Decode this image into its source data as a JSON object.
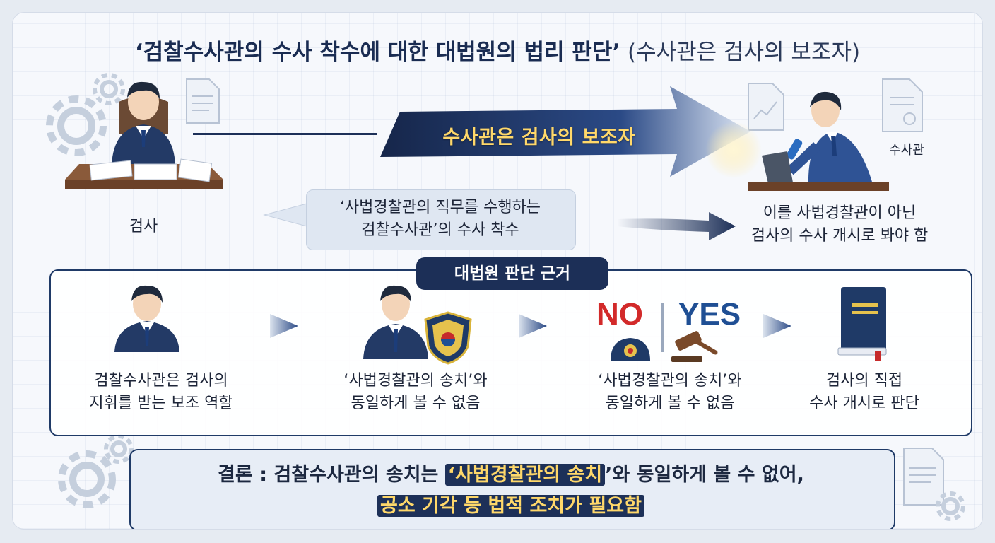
{
  "title": {
    "bold_part": "‘검찰수사관의 수사 착수에 대한 대법원의 법리 판단’",
    "light_part": "(수사관은 검사의 보조자)"
  },
  "top": {
    "prosecutor_label": "검사",
    "ribbon_label": "수사관은 검사의 보조자",
    "investigator_label": "수사관",
    "bubble_line1": "‘사법경찰관의 직무를 수행하는",
    "bubble_line2": "검찰수사관’의 수사 착수",
    "result_line1": "이를 사법경찰관이 아닌",
    "result_line2": "검사의 수사 개시로 봐야 함"
  },
  "panel": {
    "heading": "대법원 판단 근거",
    "steps": [
      {
        "line1": "검찰수사관은 검사의",
        "line2": "지휘를 받는 보조 역할"
      },
      {
        "line1": "‘사법경찰관의 송치’와",
        "line2": "동일하게 볼 수 없음"
      },
      {
        "line1": "‘사법경찰관의 송치’와",
        "line2": "동일하게 볼 수 없음",
        "no": "NO",
        "yes": "YES"
      },
      {
        "line1": "검사의 직접",
        "line2": "수사 개시로 판단"
      }
    ]
  },
  "conclusion": {
    "prefix": "결론 : 검찰수사관의 송치는 ",
    "highlight1": "‘사법경찰관의 송치",
    "mid": "’와 동일하게 볼 수 없어,",
    "highlight2": "공소 기각 등 법적 조치가 필요함"
  },
  "colors": {
    "navy": "#1c2f57",
    "gold": "#ffd86a",
    "no_red": "#d22a2a",
    "yes_blue": "#1f4f94"
  },
  "icons": [
    "gear-icon",
    "document-icon",
    "prosecutor-figure",
    "investigator-figure",
    "police-badge-icon",
    "gavel-icon",
    "law-book-icon",
    "arrow-right-icon"
  ]
}
